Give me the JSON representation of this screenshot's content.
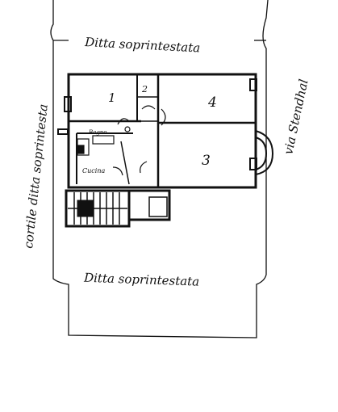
{
  "labels": {
    "top_note": "Ditta soprintestata",
    "bottom_note": "Ditta soprintestata",
    "left_side": "cortile ditta soprintesta",
    "right_side": "via Stendhal",
    "room_1": "1",
    "room_2": "2",
    "room_3": "3",
    "room_4": "4",
    "bath": "Bagno",
    "kitchen": "Cucina"
  },
  "colors": {
    "ink": "#111111",
    "paper": "#ffffff"
  }
}
